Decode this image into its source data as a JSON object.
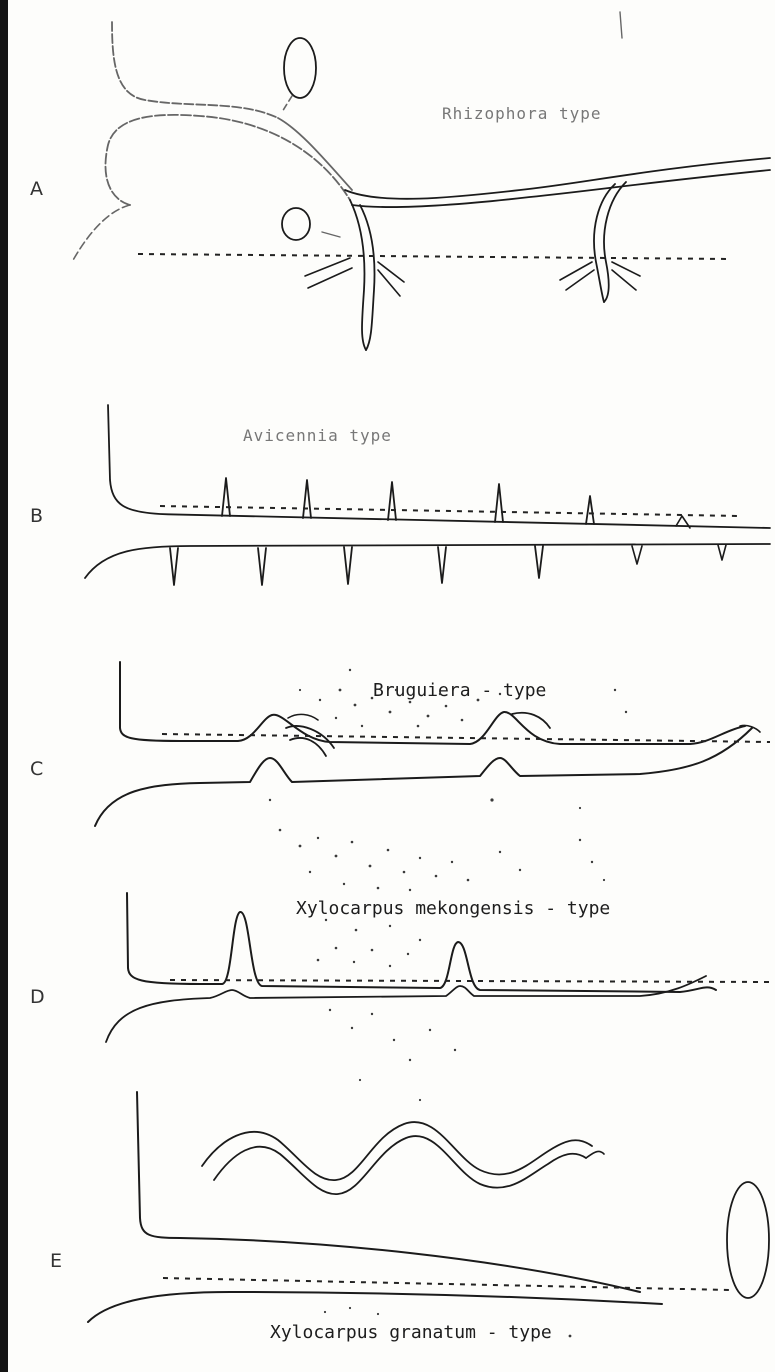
{
  "panels": [
    {
      "letter": "A",
      "label": "Rhizophora   type"
    },
    {
      "letter": "B",
      "label": "Avicennia   type"
    },
    {
      "letter": "C",
      "label": "Bruguiera - type"
    },
    {
      "letter": "D",
      "label": "Xylocarpus mekongensis - type"
    },
    {
      "letter": "E",
      "label": "Xylocarpus granatum - type"
    }
  ]
}
